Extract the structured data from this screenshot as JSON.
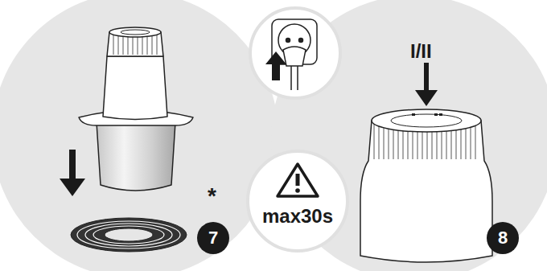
{
  "diagram": {
    "nodes": [
      {
        "text": [
          "7"
        ]
      },
      {
        "text": [
          "max30s"
        ]
      },
      {
        "text": [
          "8"
        ]
      }
    ],
    "labels": [
      "*",
      "I/II"
    ]
  }
}
